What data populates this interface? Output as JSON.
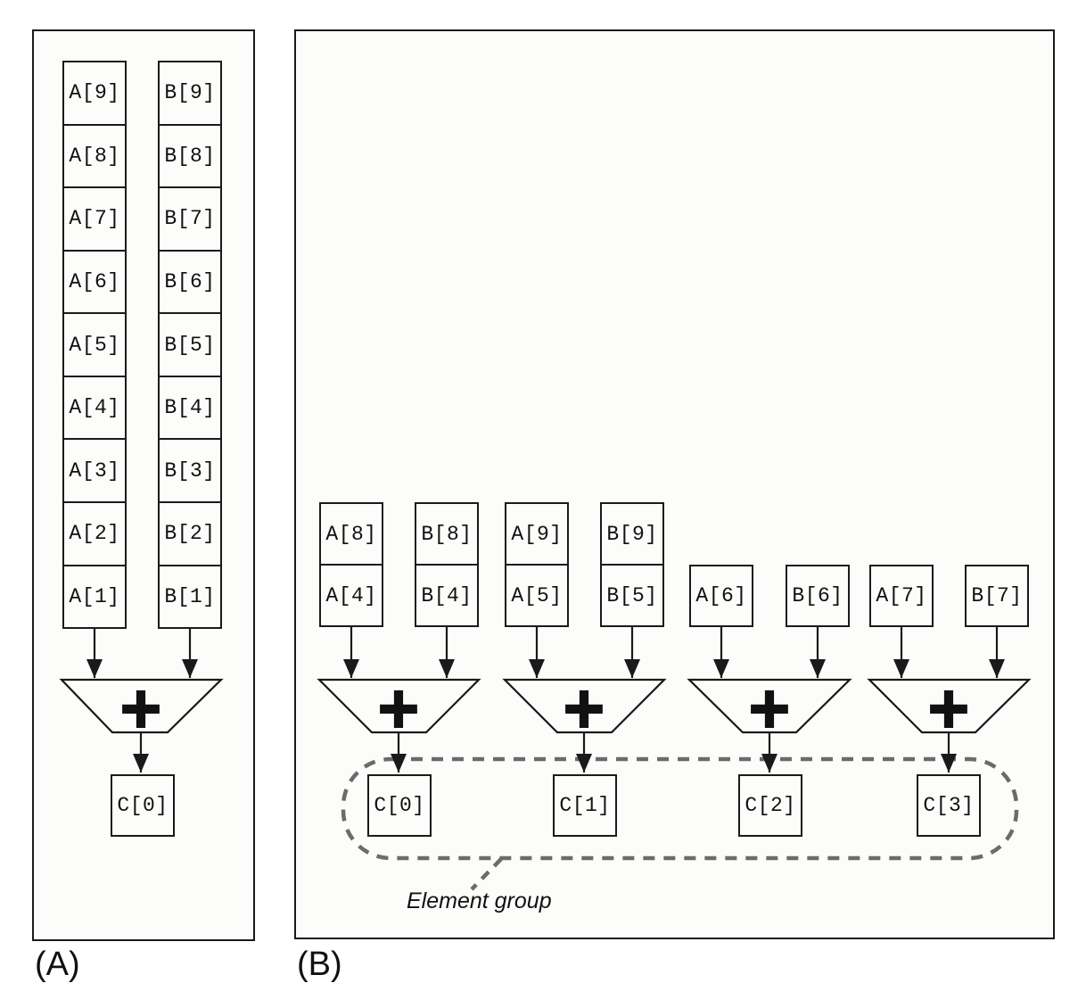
{
  "figure": {
    "panel_a": {
      "label": "(A)",
      "column_a": [
        "A[9]",
        "A[8]",
        "A[7]",
        "A[6]",
        "A[5]",
        "A[4]",
        "A[3]",
        "A[2]",
        "A[1]"
      ],
      "column_b": [
        "B[9]",
        "B[8]",
        "B[7]",
        "B[6]",
        "B[5]",
        "B[4]",
        "B[3]",
        "B[2]",
        "B[1]"
      ],
      "plus": "+",
      "output": "C[0]"
    },
    "panel_b": {
      "label": "(B)",
      "groups": [
        {
          "a_top": "A[8]",
          "a_bottom": "A[4]",
          "b_top": "B[8]",
          "b_bottom": "B[4]",
          "plus": "+",
          "out": "C[0]"
        },
        {
          "a_top": "A[9]",
          "a_bottom": "A[5]",
          "b_top": "B[9]",
          "b_bottom": "B[5]",
          "plus": "+",
          "out": "C[1]"
        },
        {
          "a": "A[6]",
          "b": "B[6]",
          "plus": "+",
          "out": "C[2]"
        },
        {
          "a": "A[7]",
          "b": "B[7]",
          "plus": "+",
          "out": "C[3]"
        }
      ],
      "element_group_label": "Element group"
    },
    "colors": {
      "line": "#1a1a1a",
      "box_fill": "#fcfcfa",
      "dashed_outline": "#6b6b6b"
    }
  }
}
